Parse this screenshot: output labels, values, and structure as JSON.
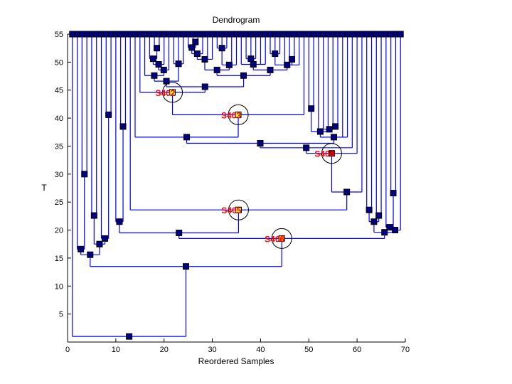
{
  "chart_data": {
    "type": "dendrogram",
    "title": "Dendrogram",
    "xlabel": "Reordered Samples",
    "ylabel": "T",
    "xlim": [
      0,
      70
    ],
    "ylim": [
      0,
      55
    ],
    "xticks": [
      "0",
      "10",
      "20",
      "30",
      "40",
      "50",
      "60",
      "70"
    ],
    "yticks": [
      "5",
      "10",
      "15",
      "20",
      "25",
      "30",
      "35",
      "40",
      "45",
      "50",
      "55"
    ],
    "leaf_height": 55,
    "colors": {
      "link": "#0000ff",
      "node": "#000080",
      "node_border": "#000000",
      "label": "#ff0000"
    },
    "tree": {
      "h": 1,
      "c": [
        0,
        {
          "h": 13.5,
          "c": [
            {
              "h": 15.6,
              "c": [
                {
                  "h": 16.6,
                  "c": [
                    0,
                    {
                      "h": 30,
                      "c": [
                        0,
                        0
                      ]
                    }
                  ]
                },
                {
                  "h": 17.5,
                  "c": [
                    {
                      "h": 22.6,
                      "c": [
                        0,
                        0
                      ]
                    },
                    {
                      "h": 18.5,
                      "c": [
                        0,
                        {
                          "h": 40.6,
                          "c": [
                            0,
                            0
                          ]
                        }
                      ]
                    }
                  ]
                }
              ]
            },
            {
              "h": 18.5,
              "id": "S406",
              "color": "#ffa500",
              "c": [
                {
                  "h": 19.5,
                  "c": [
                    {
                      "h": 21.5,
                      "c": [
                        0,
                        {
                          "h": 38.5,
                          "c": [
                            0,
                            0
                          ]
                        }
                      ]
                    },
                    {
                      "h": 23.6,
                      "id": "S405",
                      "color": "#ccff33",
                      "c": [
                        0,
                        {
                          "h": 26.8,
                          "c": [
                            {
                              "h": 33.7,
                              "id": "S404",
                              "color": "#800000",
                              "c": [
                                {
                                  "h": 34.7,
                                  "c": [
                                    {
                                      "h": 35.5,
                                      "c": [
                                        {
                                          "h": 36.6,
                                          "c": [
                                            0,
                                            {
                                              "h": 40.6,
                                              "id": "S403",
                                              "color": "#ccff33",
                                              "c": [
                                                {
                                                  "h": 44.6,
                                                  "id": "S402",
                                                  "color": "#ccff33",
                                                  "c": [
                                                    0,
                                                    {
                                                      "h": 45.6,
                                                      "c": [
                                                        {
                                                          "h": 46.6,
                                                          "c": [
                                                            {
                                                              "h": 47.6,
                                                              "c": [
                                                                0,
                                                                {
                                                                  "h": 48.6,
                                                                  "c": [
                                                                    {
                                                                      "h": 49.6,
                                                                      "c": [
                                                                        {
                                                                          "h": 50.6,
                                                                          "c": [
                                                                            0,
                                                                            {
                                                                              "h": 52.5,
                                                                              "c": [
                                                                                0,
                                                                                0
                                                                              ]
                                                                            }
                                                                          ]
                                                                        },
                                                                        0
                                                                      ]
                                                                    },
                                                                    0
                                                                  ]
                                                                }
                                                              ]
                                                            },
                                                            {
                                                              "h": 49.7,
                                                              "c": [
                                                                0,
                                                                0,
                                                                0
                                                              ]
                                                            }
                                                          ]
                                                        },
                                                        {
                                                          "h": 47.6,
                                                          "c": [
                                                            {
                                                              "h": 48.6,
                                                              "c": [
                                                                {
                                                                  "h": 50.5,
                                                                  "c": [
                                                                    {
                                                                      "h": 51.5,
                                                                      "c": [
                                                                        {
                                                                          "h": 52.6,
                                                                          "c": [
                                                                            0,
                                                                            {
                                                                              "h": 53.6,
                                                                              "c": [
                                                                                0,
                                                                                0
                                                                              ]
                                                                            }
                                                                          ]
                                                                        },
                                                                        0
                                                                      ]
                                                                    },
                                                                    0,
                                                                    0
                                                                  ]
                                                                },
                                                                {
                                                                  "h": 49.5,
                                                                  "c": [
                                                                    {
                                                                      "h": 52.5,
                                                                      "c": [
                                                                        0,
                                                                        0,
                                                                        0
                                                                      ]
                                                                    },
                                                                    0,
                                                                    0
                                                                  ]
                                                                }
                                                              ]
                                                            },
                                                            {
                                                              "h": 48.6,
                                                              "c": [
                                                                {
                                                                  "h": 49.6,
                                                                  "c": [
                                                                    0,
                                                                    {
                                                                      "h": 50.6,
                                                                      "c": [
                                                                        0,
                                                                        0,
                                                                        0
                                                                      ]
                                                                    },
                                                                    0,
                                                                    0
                                                                  ]
                                                                },
                                                                {
                                                                  "h": 49.5,
                                                                  "c": [
                                                                    {
                                                                      "h": 51.5,
                                                                      "c": [
                                                                        0,
                                                                        0,
                                                                        0
                                                                      ]
                                                                    },
                                                                    0,
                                                                    {
                                                                      "h": 50.5,
                                                                      "c": [
                                                                        0,
                                                                        0
                                                                      ]
                                                                    },
                                                                    0
                                                                  ]
                                                                }
                                                              ]
                                                            }
                                                          ]
                                                        }
                                                      ]
                                                    }
                                                  ]
                                                },
                                                0
                                              ]
                                            }
                                          ]
                                        },
                                        {
                                          "h": 36.6,
                                          "c": [
                                            {
                                              "h": 37.6,
                                              "c": [
                                                {
                                                  "h": 41.7,
                                                  "c": [
                                                    0,
                                                    0
                                                  ]
                                                },
                                                0,
                                                {
                                                  "h": 38,
                                                  "c": [
                                                    0,
                                                    0,
                                                    {
                                                      "h": 38.5,
                                                      "c": [
                                                        0,
                                                        0
                                                      ]
                                                    }
                                                  ]
                                                }
                                              ]
                                            },
                                            0,
                                            0
                                          ]
                                        }
                                      ]
                                    },
                                    0
                                  ]
                                },
                                0
                              ]
                            },
                            0
                          ]
                        }
                      ]
                    }
                  ]
                },
                {
                  "h": 19.6,
                  "c": [
                    {
                      "h": 21.5,
                      "c": [
                        {
                          "h": 23.6,
                          "c": [
                            0,
                            0
                          ]
                        },
                        {
                          "h": 22.6,
                          "c": [
                            0,
                            0
                          ]
                        }
                      ]
                    },
                    {
                      "h": 20,
                      "c": [
                        {
                          "h": 20.5,
                          "c": [
                            0,
                            {
                              "h": 26.6,
                              "c": [
                                0,
                                0
                              ]
                            }
                          ]
                        },
                        0
                      ]
                    }
                  ]
                }
              ]
            }
          ]
        }
      ]
    }
  }
}
